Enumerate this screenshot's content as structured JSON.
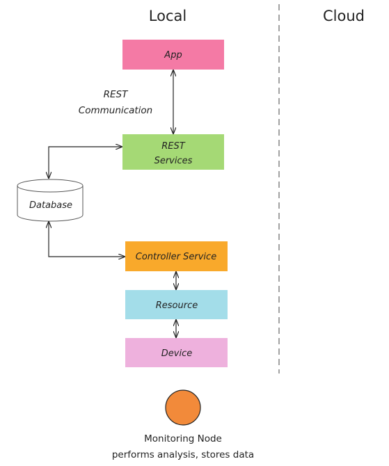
{
  "headings": {
    "local": "Local",
    "cloud": "Cloud"
  },
  "nodes": {
    "app": {
      "label": "App",
      "color": "#f47aa5"
    },
    "rest_services": {
      "line1": "REST",
      "line2": "Services",
      "color": "#a5d975"
    },
    "database": {
      "label": "Database"
    },
    "controller_service": {
      "label": "Controller Service",
      "color": "#f9a92b"
    },
    "resource": {
      "label": "Resource",
      "color": "#a3dde9"
    },
    "device": {
      "label": "Device",
      "color": "#eeb1dd"
    }
  },
  "annotation": {
    "line1": "REST",
    "line2": "Communication"
  },
  "monitoring_node": {
    "title": "Monitoring Node",
    "subtitle": "performs analysis, stores data",
    "color": "#f28a3a"
  }
}
